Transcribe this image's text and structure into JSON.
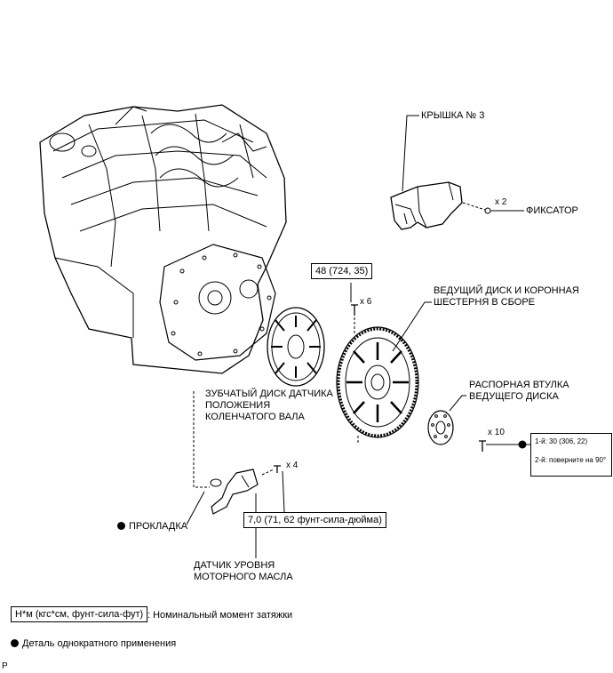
{
  "labels": {
    "cover": "КРЫШКА № 3",
    "retainer": "ФИКСАТОР",
    "flywheel": [
      "ВЕДУЩИЙ ДИСК И КОРОННАЯ",
      "ШЕСТЕРНЯ В СБОРЕ"
    ],
    "spacer": [
      "РАСПОРНАЯ ВТУЛКА",
      "ВЕДУЩЕГО ДИСКА"
    ],
    "crank_sensor_plate": [
      "ЗУБЧАТЫЙ ДИСК ДАТЧИКА",
      "ПОЛОЖЕНИЯ",
      "КОЛЕНЧАТОГО ВАЛА"
    ],
    "gasket": "ПРОКЛАДКА",
    "oil_sensor": [
      "ДАТЧИК УРОВНЯ",
      "МОТОРНОГО МАСЛА"
    ]
  },
  "quantities": {
    "retainer": "x 2",
    "flywheel_bolts": "x 6",
    "spacer_bolts": "x 10",
    "sensor_bolts": "x 4"
  },
  "torques": {
    "flywheel": "48 (724, 35)",
    "sensor": "7,0 (71, 62 фунт-сила-дюйма)",
    "spacer_step1": "1-й: 30 (306, 22)",
    "spacer_step2": "2-й: поверните на 90°"
  },
  "legend": {
    "unit_box": "Н*м (кгс*см, фунт-сила-фут)",
    "unit_desc": ": Номинальный момент затяжки",
    "non_reusable": "Деталь однократного применения"
  },
  "corner_mark": "P"
}
